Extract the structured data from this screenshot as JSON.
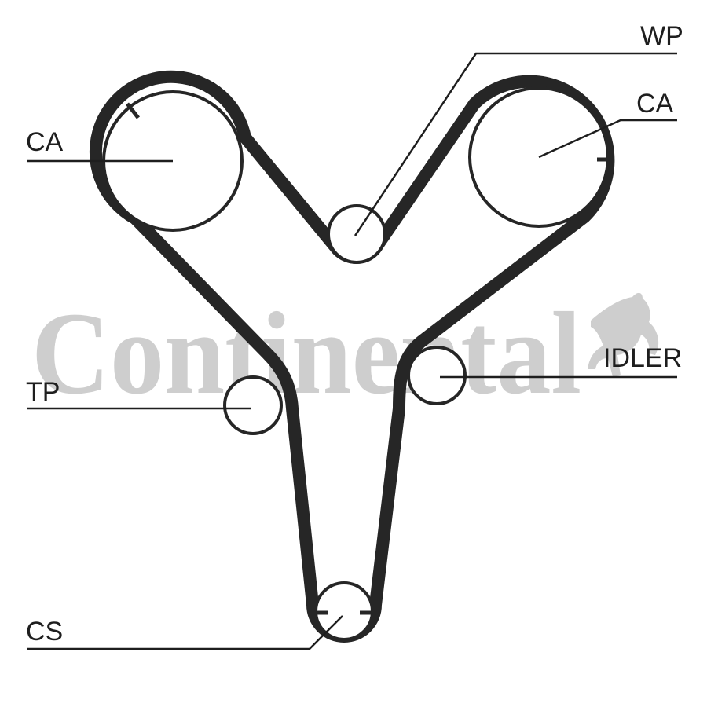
{
  "watermark": {
    "brand": "Continental",
    "logo": "horse-logo",
    "color": "#c9c9c9"
  },
  "colors": {
    "belt": "#262626",
    "line": "#1e1e1e",
    "background": "#ffffff"
  },
  "labels": {
    "wp": "WP",
    "ca_left": "CA",
    "ca_right": "CA",
    "tp": "TP",
    "idler": "IDLER",
    "cs": "CS"
  }
}
